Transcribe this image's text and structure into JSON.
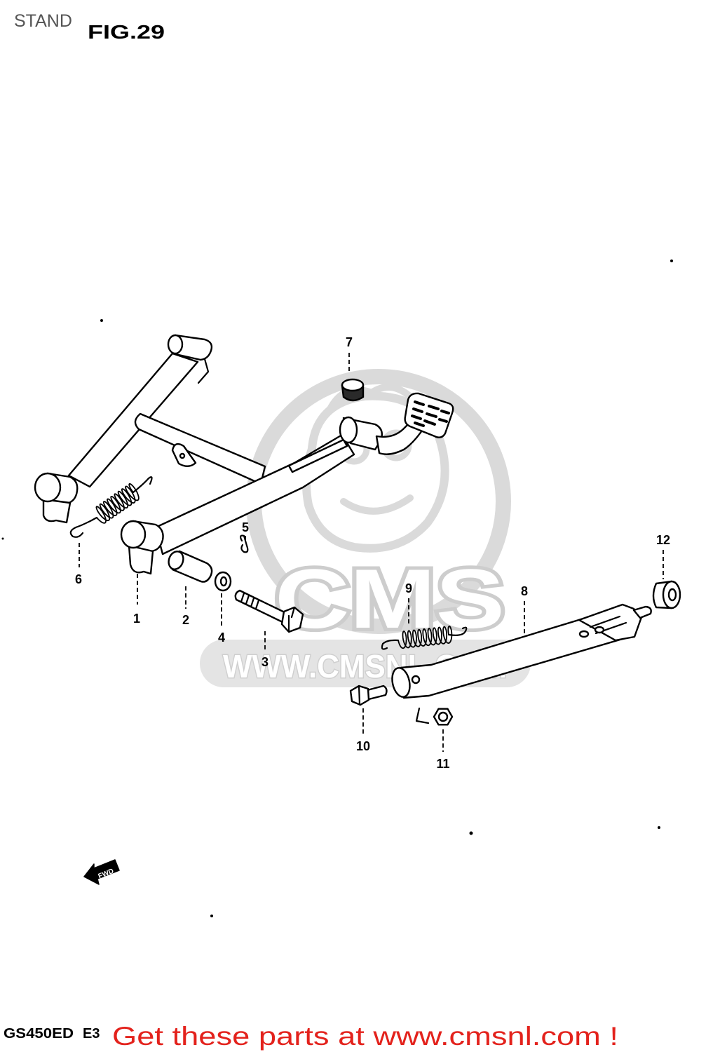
{
  "header": {
    "section_title": "STAND",
    "figure_label": "FIG.29"
  },
  "callouts": [
    {
      "number": "1"
    },
    {
      "number": "2"
    },
    {
      "number": "3"
    },
    {
      "number": "4"
    },
    {
      "number": "5"
    },
    {
      "number": "6"
    },
    {
      "number": "7"
    },
    {
      "number": "8"
    },
    {
      "number": "9"
    },
    {
      "number": "10"
    },
    {
      "number": "11"
    },
    {
      "number": "12"
    }
  ],
  "direction_marker": {
    "label": "FWD",
    "icon": "forward-arrow-icon"
  },
  "watermark": {
    "logo_text": "CMS",
    "url_text": "WWW.CMSNL.COM"
  },
  "footer": {
    "model_code": "GS450ED",
    "region_code": "E3",
    "promo_text": "Get these parts at www.cmsnl.com !"
  },
  "colors": {
    "background": "#ffffff",
    "line_art": "#000000",
    "watermark": "#dadada",
    "section_title": "#555555",
    "promo_text": "#e3221c"
  }
}
